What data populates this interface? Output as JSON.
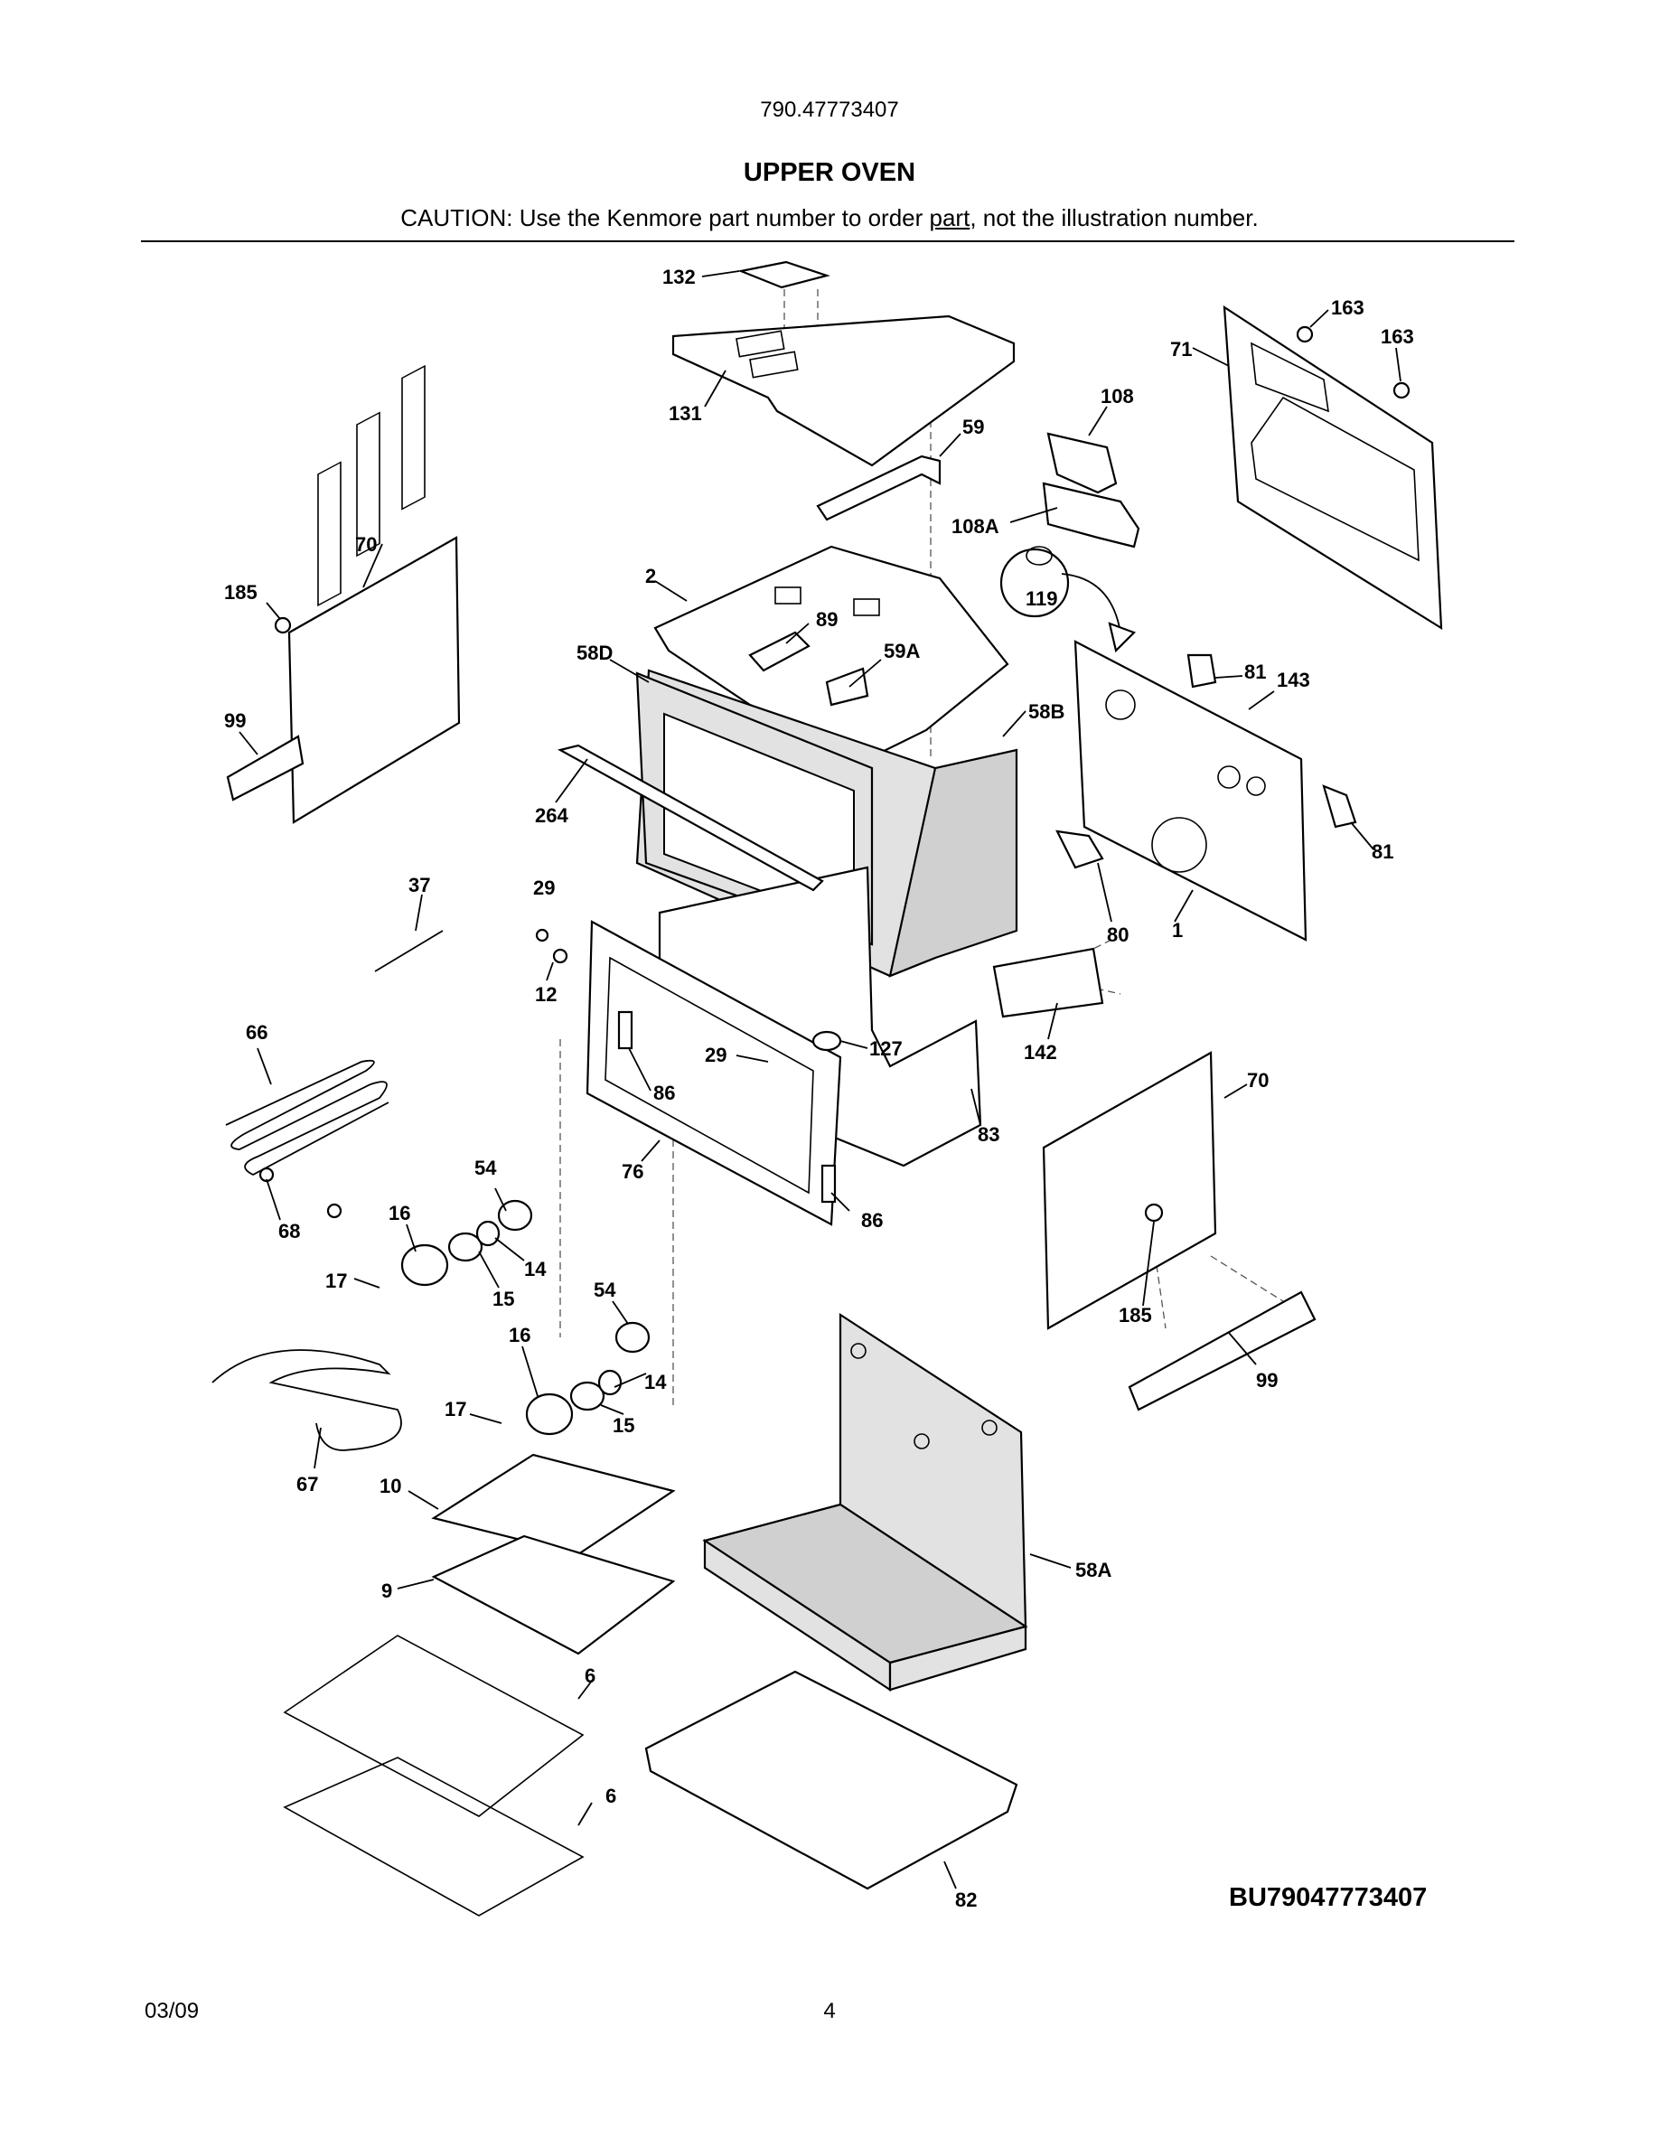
{
  "header": {
    "model_number": "790.47773407",
    "section_title": "UPPER OVEN",
    "caution_prefix": "CAUTION: Use the Kenmore part number to order ",
    "caution_underlined": "part",
    "caution_suffix": ", not the illustration number."
  },
  "diagram": {
    "callouts": [
      "132",
      "131",
      "163",
      "163",
      "71",
      "108",
      "59",
      "108A",
      "119",
      "70",
      "185",
      "2",
      "89",
      "58D",
      "59A",
      "81",
      "143",
      "58B",
      "99",
      "264",
      "81",
      "37",
      "29",
      "80",
      "1",
      "12",
      "66",
      "142",
      "29",
      "127",
      "70",
      "86",
      "83",
      "54",
      "76",
      "86",
      "16",
      "68",
      "14",
      "17",
      "15",
      "54",
      "185",
      "16",
      "14",
      "99",
      "17",
      "15",
      "67",
      "10",
      "58A",
      "9",
      "6",
      "6",
      "82"
    ]
  },
  "drawing_code": "BU79047773407",
  "footer": {
    "date": "03/09",
    "page": "4"
  }
}
